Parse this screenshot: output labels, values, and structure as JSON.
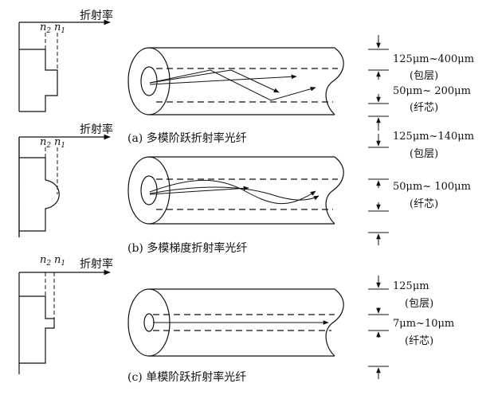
{
  "axis_label": "折射率",
  "n2": "n",
  "n2_sub": "2",
  "n1": "n",
  "n1_sub": "1",
  "fibers": [
    {
      "caption": "(a)  多模阶跃折射率光纤",
      "cladding": "125μm~400μm",
      "cladding_note": "(包层)",
      "core": "50μm~ 200μm",
      "core_note": "(纤芯)"
    },
    {
      "caption": "(b)  多模梯度折射率光纤",
      "cladding": "125μm~140μm",
      "cladding_note": "(包层)",
      "core": "50μm~ 100μm",
      "core_note": "(纤芯)"
    },
    {
      "caption": "(c)  单模阶跃折射率光纤",
      "cladding": "125μm",
      "cladding_note": "(包层)",
      "core": "7μm~10μm",
      "core_note": "(纤芯)"
    }
  ]
}
